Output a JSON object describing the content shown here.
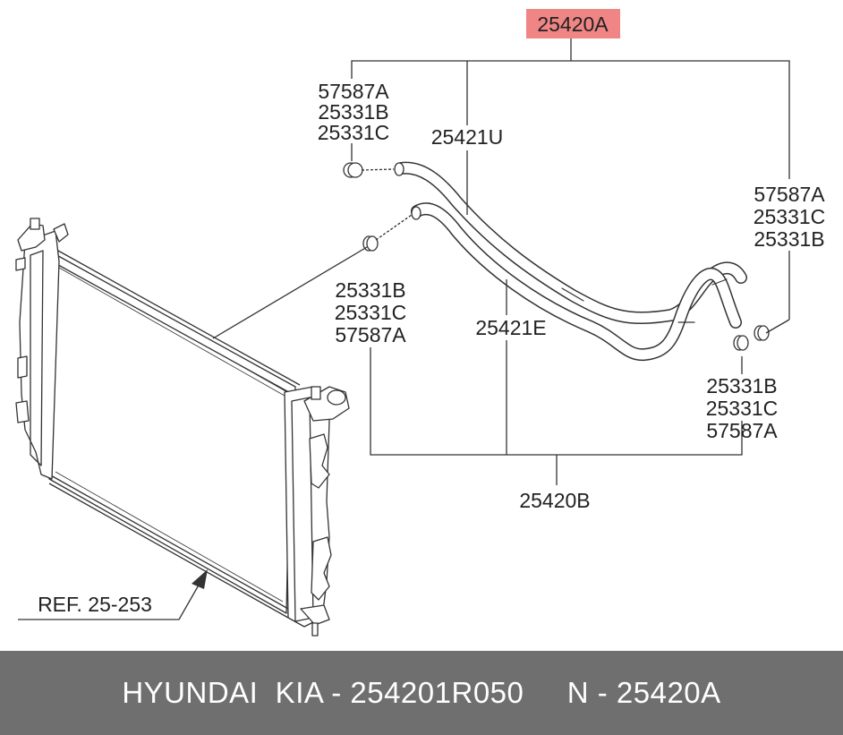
{
  "diagram": {
    "highlight_color": "#f08585",
    "labels": {
      "main_assembly": "25420A",
      "hose_upper": "25421U",
      "hose_lower": "25421E",
      "sub_assembly": "25420B",
      "ref": "REF. 25-253"
    },
    "callouts": {
      "top_left": [
        "57587A",
        "25331B",
        "25331C"
      ],
      "mid_left": [
        "25331B",
        "25331C",
        "57587A"
      ],
      "right_upper": [
        "57587A",
        "25331C",
        "25331B"
      ],
      "right_lower": [
        "25331B",
        "25331C",
        "57587A"
      ]
    }
  },
  "footer": {
    "text": "HYUNDAI  KIA - 254201R050     N - 25420A"
  }
}
